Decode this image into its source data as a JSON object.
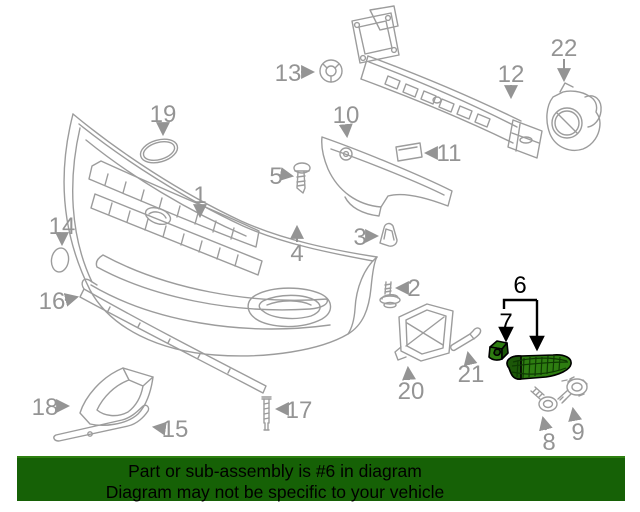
{
  "banner": {
    "line1": "Part or sub-assembly is #6 in diagram",
    "line2": "Diagram may not be specific to your vehicle",
    "background_color": "#166106",
    "text_color": "#000000"
  },
  "diagram": {
    "highlighted_part": "6",
    "highlighted_sub_part": "7",
    "line_color": "#9c9c9c",
    "label_color": "#949494",
    "highlight_fill_color": "#2e7d11",
    "highlight_shade_color": "#1c5708",
    "highlight_outline_color": "#000000",
    "callouts": [
      {
        "label": "1"
      },
      {
        "label": "2"
      },
      {
        "label": "3"
      },
      {
        "label": "4"
      },
      {
        "label": "5"
      },
      {
        "label": "6"
      },
      {
        "label": "7"
      },
      {
        "label": "8"
      },
      {
        "label": "9"
      },
      {
        "label": "10"
      },
      {
        "label": "11"
      },
      {
        "label": "12"
      },
      {
        "label": "13"
      },
      {
        "label": "14"
      },
      {
        "label": "15"
      },
      {
        "label": "16"
      },
      {
        "label": "17"
      },
      {
        "label": "18"
      },
      {
        "label": "19"
      },
      {
        "label": "20"
      },
      {
        "label": "21"
      },
      {
        "label": "22"
      }
    ]
  }
}
